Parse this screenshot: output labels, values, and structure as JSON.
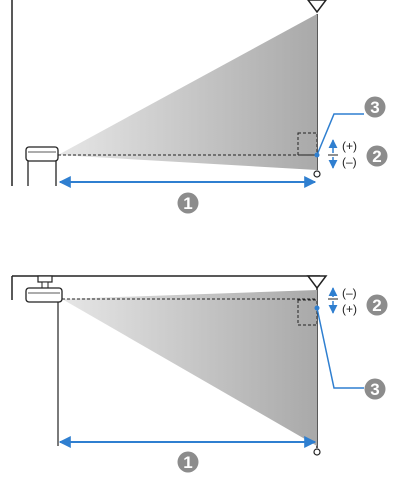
{
  "colors": {
    "beam": "#bdbdbd",
    "beam_dark": "#8a8a8a",
    "line": "#222222",
    "arrow": "#2f7fd0",
    "badge": "#8c8c8c"
  },
  "icons": [
    "projector-icon",
    "ceiling-mount-icon",
    "screen-hook-icon"
  ],
  "diagrams": [
    {
      "mount": "floor",
      "offset_labels": [
        "(+)",
        "(–)"
      ],
      "callouts": [
        {
          "number": "1",
          "meaning": "projection distance"
        },
        {
          "number": "2",
          "meaning": "lens offset"
        },
        {
          "number": "3",
          "meaning": "screen center"
        }
      ]
    },
    {
      "mount": "ceiling",
      "offset_labels": [
        "(–)",
        "(+)"
      ],
      "callouts": [
        {
          "number": "1",
          "meaning": "projection distance"
        },
        {
          "number": "2",
          "meaning": "lens offset"
        },
        {
          "number": "3",
          "meaning": "screen center"
        }
      ]
    }
  ],
  "badges": [
    "1",
    "2",
    "3"
  ],
  "offset_plus": "(+)",
  "offset_minus": "(–)"
}
